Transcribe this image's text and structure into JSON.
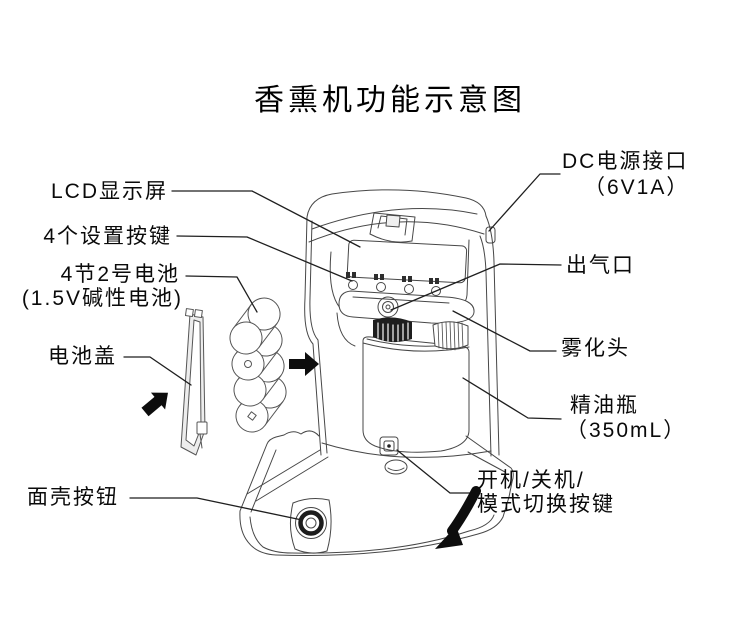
{
  "title": "香熏机功能示意图",
  "colors": {
    "background": "#ffffff",
    "line_art": "#474747",
    "leader_line": "#1f1f1f",
    "text": "#0a0a0a",
    "arrow": "#0d0d0d"
  },
  "labels": {
    "lcd": "LCD显示屏",
    "setting_buttons": "4个设置按键",
    "batteries_line1": "4节2号电池",
    "batteries_line2": "(1.5V碱性电池)",
    "battery_cover": "电池盖",
    "shell_button": "面壳按钮",
    "dc_line1": "DC电源接口",
    "dc_line2": "（6V1A）",
    "air_outlet": "出气口",
    "atomizer": "雾化头",
    "bottle_line1": "精油瓶",
    "bottle_line2": "（350mL）",
    "power_line1": "开机/关机/",
    "power_line2": "模式切换按键"
  },
  "icons": {
    "insert_direction": "right-arrow-icon",
    "cover_direction": "up-right-arrow-icon",
    "open_direction": "curved-down-arrow-icon"
  }
}
